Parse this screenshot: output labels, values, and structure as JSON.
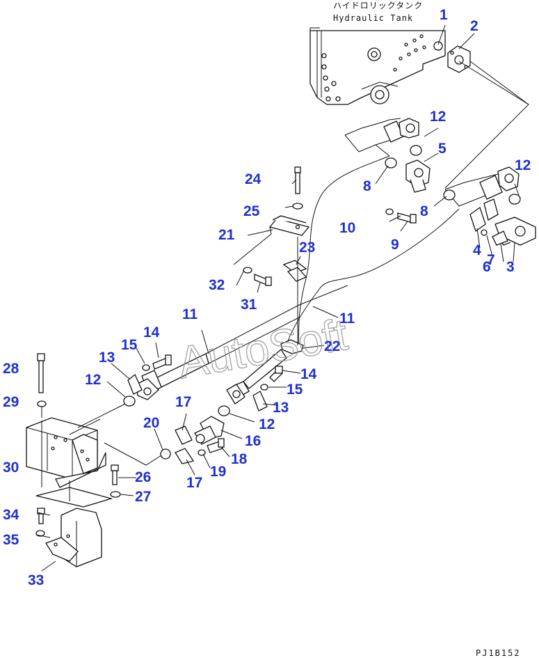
{
  "header": {
    "japanese_label": "ハイドロリックタンク",
    "english_label": "Hydraulic Tank"
  },
  "watermark": "AutoSoft",
  "drawing_code": "PJ1B152",
  "callouts": [
    "1",
    "2",
    "3",
    "4",
    "5",
    "6",
    "7",
    "8",
    "8",
    "9",
    "10",
    "11",
    "11",
    "12",
    "12",
    "12",
    "12",
    "12",
    "13",
    "13",
    "14",
    "14",
    "15",
    "15",
    "16",
    "17",
    "17",
    "18",
    "19",
    "20",
    "21",
    "22",
    "23",
    "24",
    "25",
    "26",
    "27",
    "28",
    "29",
    "30",
    "31",
    "32",
    "33",
    "34",
    "35"
  ],
  "colors": {
    "callout": "#1f2fd0",
    "line": "#111111",
    "watermark": "#9a9a9a"
  }
}
